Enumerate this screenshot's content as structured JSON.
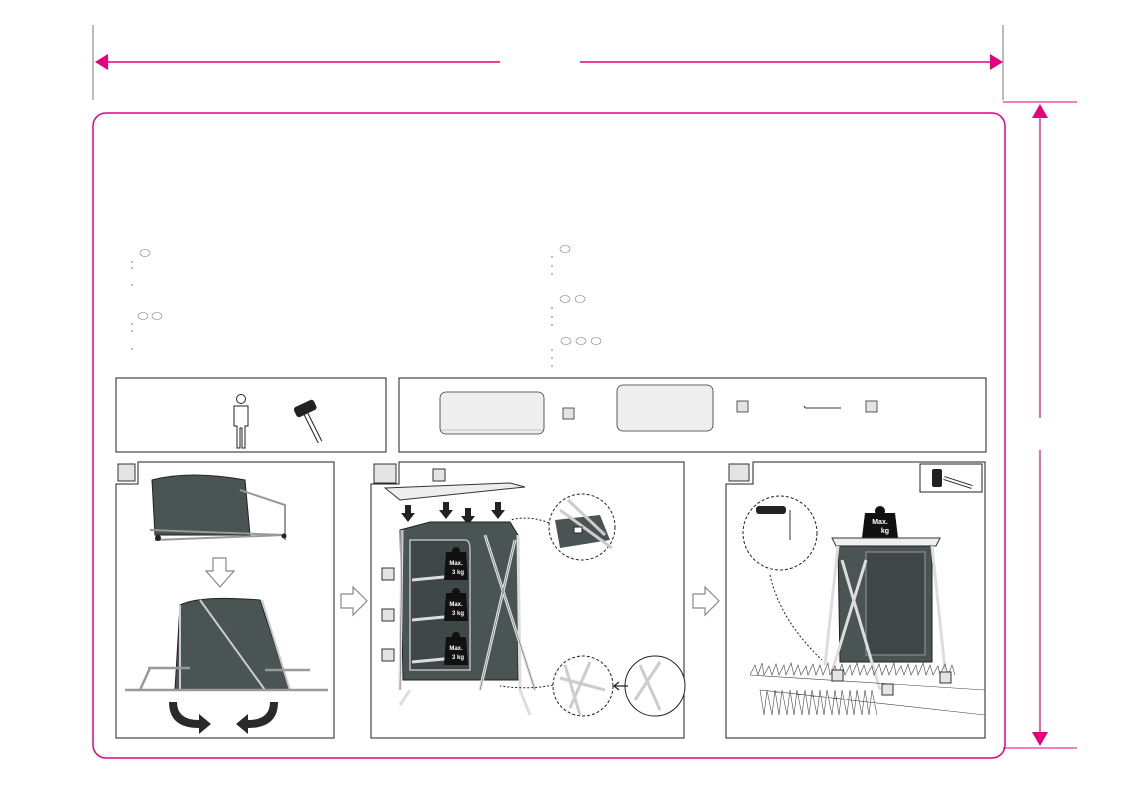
{
  "colors": {
    "accent": "#e6007e",
    "fabric": "#4a5452",
    "frame": "#d8d8d8",
    "line": "#222222"
  },
  "weights": {
    "max_label": "Max.",
    "shelf_load": "3 kg",
    "top_load_unit": "kg"
  },
  "steps": [
    {
      "id": "1"
    },
    {
      "id": "2"
    },
    {
      "id": "3"
    }
  ]
}
